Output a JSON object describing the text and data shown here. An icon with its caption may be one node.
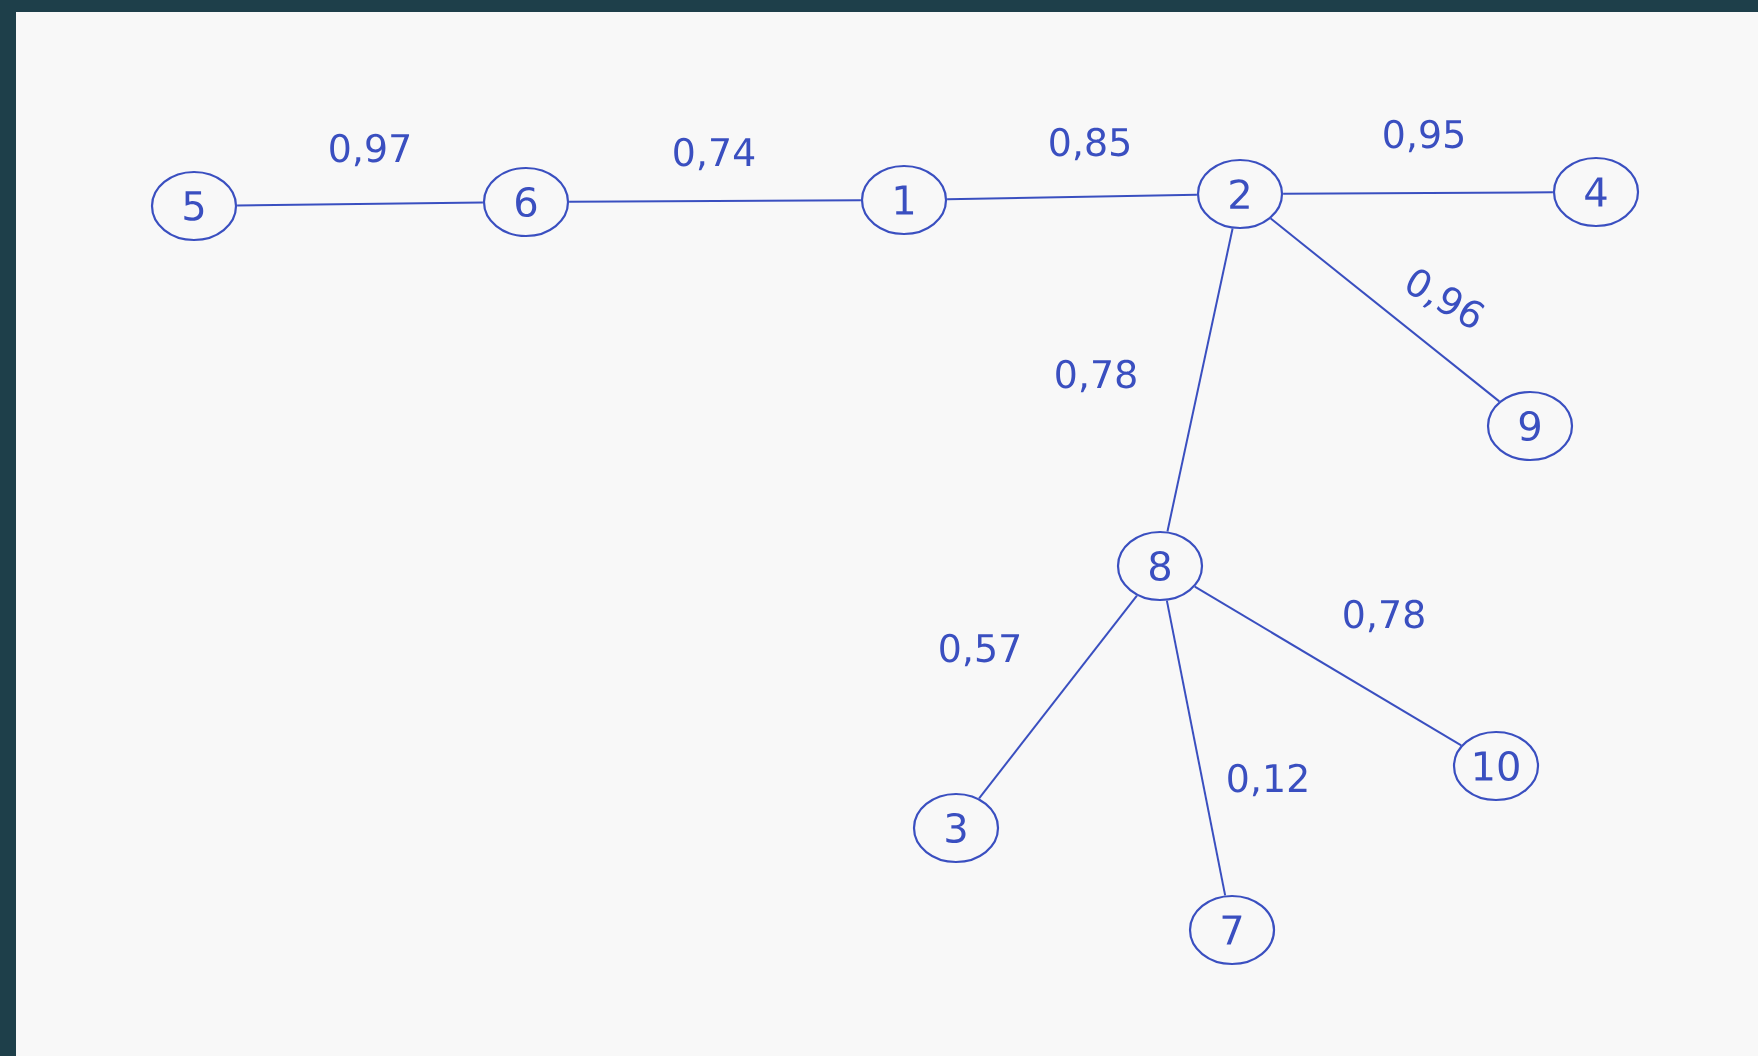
{
  "diagram": {
    "nodes": [
      {
        "text": [
          "1"
        ]
      },
      {
        "text": [
          "2"
        ]
      },
      {
        "text": [
          "3"
        ]
      },
      {
        "text": [
          "4"
        ]
      },
      {
        "text": [
          "5"
        ]
      },
      {
        "text": [
          "6"
        ]
      },
      {
        "text": [
          "7"
        ]
      },
      {
        "text": [
          "8"
        ]
      },
      {
        "text": [
          "9"
        ]
      },
      {
        "text": [
          "10"
        ]
      }
    ],
    "edges": [
      {
        "from": 4,
        "to": 5,
        "arrow": "none",
        "label": "0,97"
      },
      {
        "from": 5,
        "to": 0,
        "arrow": "none",
        "label": "0,74"
      },
      {
        "from": 0,
        "to": 1,
        "arrow": "none",
        "label": "0,85"
      },
      {
        "from": 1,
        "to": 3,
        "arrow": "none",
        "label": "0,95"
      },
      {
        "from": 1,
        "to": 8,
        "arrow": "none",
        "label": "0,96"
      },
      {
        "from": 1,
        "to": 7,
        "arrow": "none",
        "label": "0,78"
      },
      {
        "from": 7,
        "to": 2,
        "arrow": "none",
        "label": "0,57"
      },
      {
        "from": 7,
        "to": 6,
        "arrow": "none",
        "label": "0,12"
      },
      {
        "from": 7,
        "to": 9,
        "arrow": "none",
        "label": "0,78"
      }
    ]
  }
}
